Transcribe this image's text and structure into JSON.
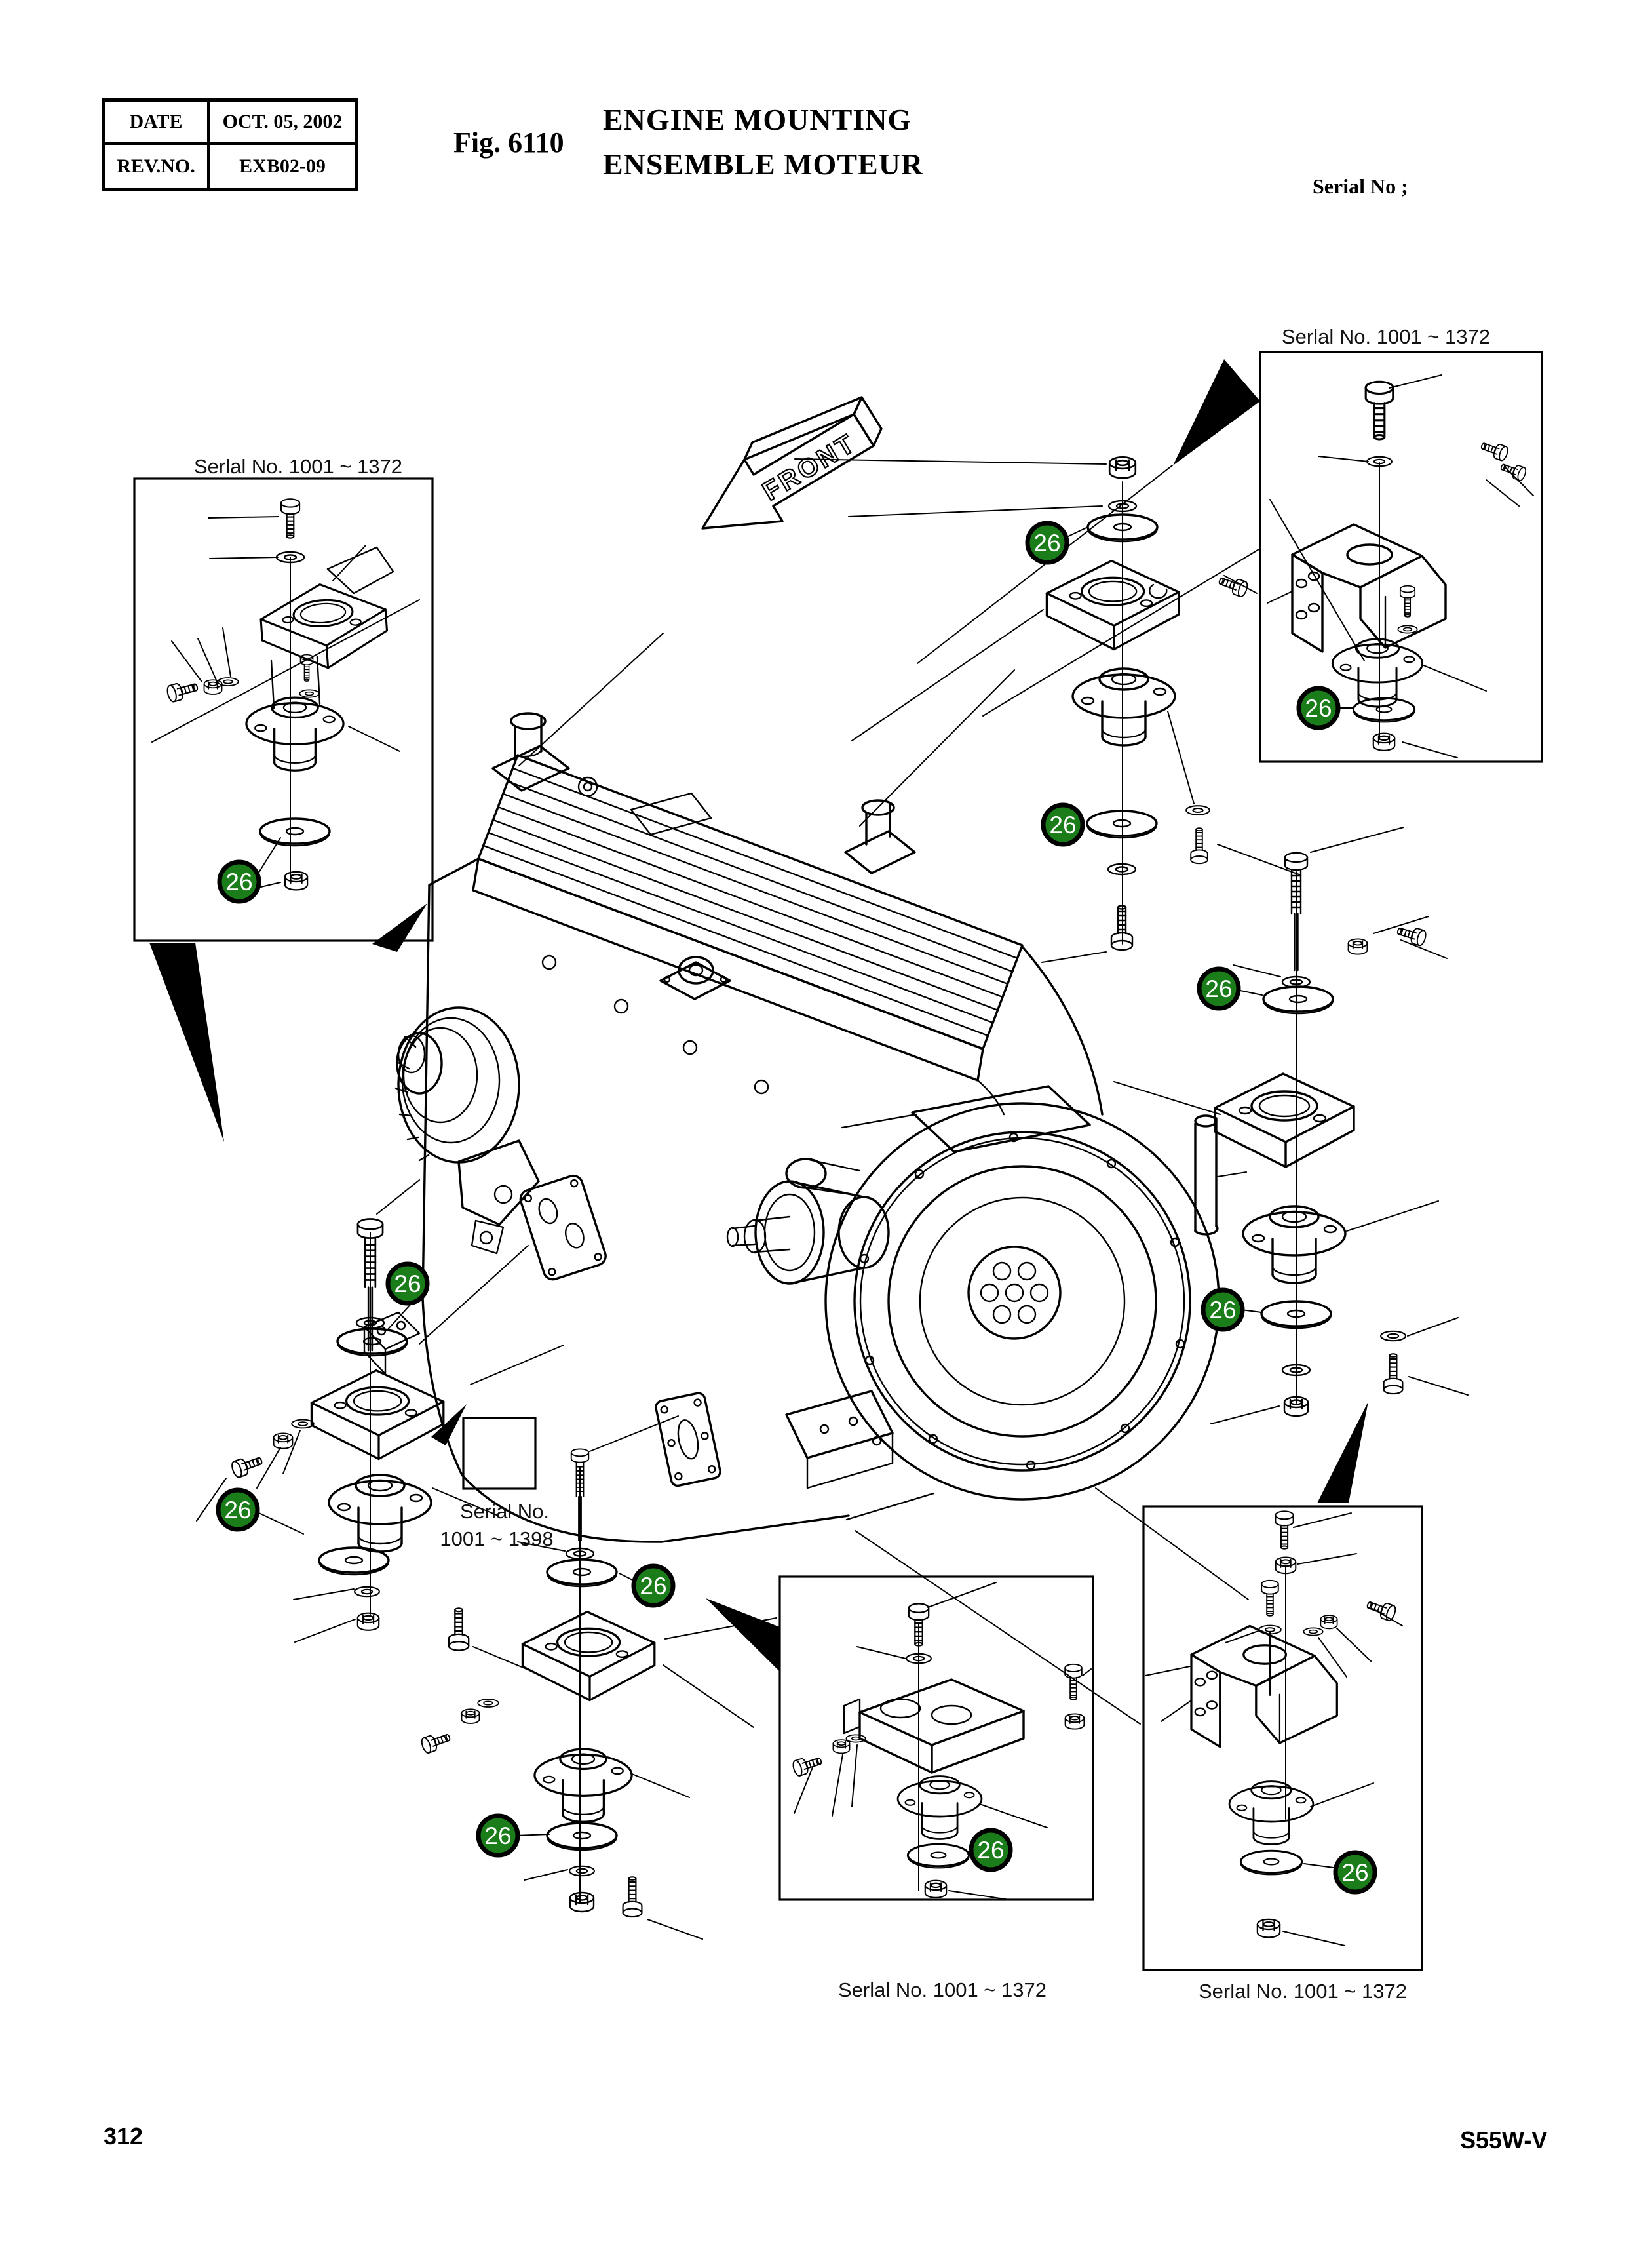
{
  "page": {
    "background": "#ffffff",
    "page_number": "312",
    "doc_code": "S55W-V"
  },
  "header": {
    "table": {
      "rows": [
        {
          "label": "DATE",
          "value": "OCT. 05, 2002"
        },
        {
          "label": "REV.NO.",
          "value": "EXB02-09"
        }
      ]
    },
    "figure_label": "Fig. 6110",
    "title_en": "ENGINE MOUNTING",
    "title_fr": "ENSEMBLE MOTEUR",
    "serial_heading": "Serial No ;"
  },
  "diagram": {
    "front_arrow_label": "FRONT",
    "callout": {
      "number": "26",
      "fill": "#1a7d1a",
      "ring": "#000000",
      "text_color": "#ffffff",
      "count": 12
    },
    "insets": [
      {
        "position": "top-left",
        "serial_label": "Serlal No. 1001 ~ 1372"
      },
      {
        "position": "top-right",
        "serial_label": "Serlal No. 1001 ~ 1372"
      },
      {
        "position": "bottom-center",
        "serial_label": "Serlal No. 1001 ~ 1372"
      },
      {
        "position": "bottom-right",
        "serial_label": "Serlal No. 1001 ~ 1372"
      }
    ],
    "serial_note": {
      "line1": "Serial No.",
      "line2": "1001 ~ 1398"
    }
  }
}
